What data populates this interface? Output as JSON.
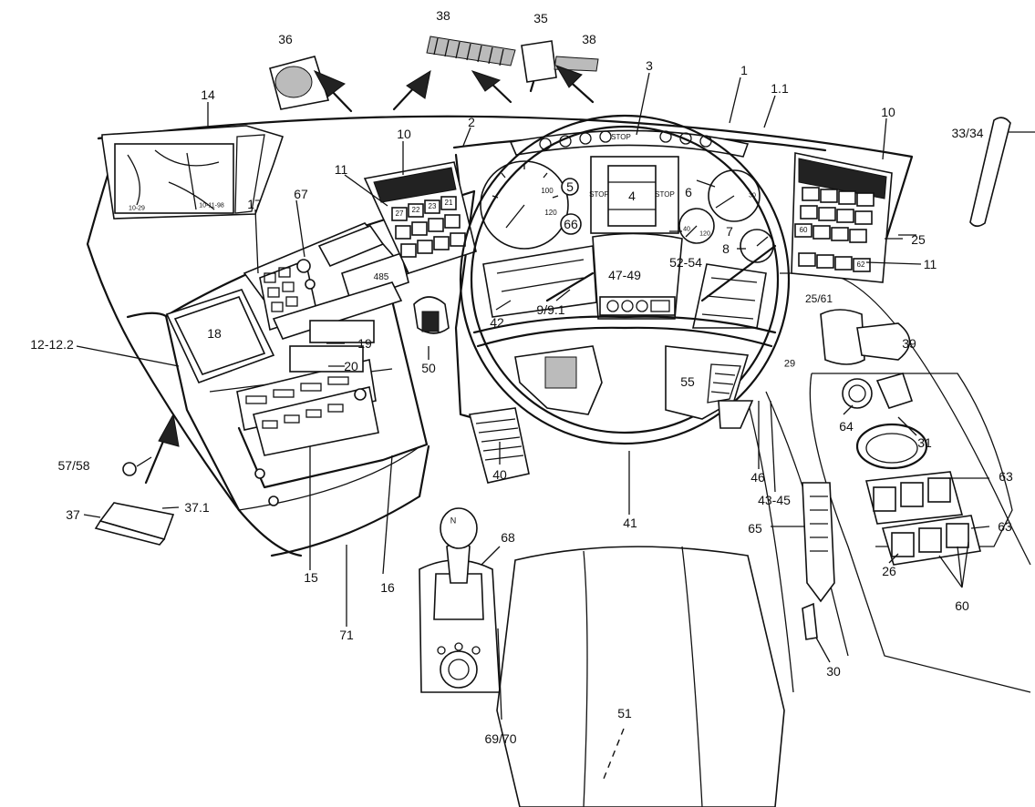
{
  "callouts": {
    "c1": "1",
    "c1_1": "1.1",
    "c2": "2",
    "c3": "3",
    "c4": "4",
    "c5": "5",
    "c6": "6",
    "c7": "7",
    "c8": "8",
    "c9": "9/9.1",
    "c10a": "10",
    "c10b": "10",
    "c11a": "11",
    "c11b": "11",
    "c12": "12-12.2",
    "c14": "14",
    "c15": "15",
    "c16": "16",
    "c17": "17",
    "c18": "18",
    "c19": "19",
    "c20": "20",
    "c25": "25",
    "c25_61": "25/61",
    "c26": "26",
    "c29": "29",
    "c30": "30",
    "c31": "31",
    "c33": "33/34",
    "c35": "35",
    "c36": "36",
    "c37": "37",
    "c37_1": "37.1",
    "c38a": "38",
    "c38b": "38",
    "c39": "39",
    "c40": "40",
    "c41": "41",
    "c42": "42",
    "c43": "43-45",
    "c46": "46",
    "c47": "47-49",
    "c50": "50",
    "c51": "51",
    "c52": "52-54",
    "c55": "55",
    "c57": "57/58",
    "c60": "60",
    "c63a": "63",
    "c63b": "63",
    "c64": "64",
    "c65": "65",
    "c66": "66",
    "c67": "67",
    "c68": "68",
    "c69": "69/70",
    "c71": "71"
  },
  "panel_text": {
    "stop_left": "STOP",
    "stop_right": "STOP",
    "stop_bar": "STOP",
    "display_value": "485",
    "shift_n": "N",
    "speedo_100": "100",
    "speedo_120": "120",
    "tempo_40": "40",
    "tempo_120": "120",
    "tacho_30": "30",
    "map_date_left": "10-29",
    "map_date_right": "10-11-98",
    "sw_21": "21",
    "sw_22": "22",
    "sw_23": "23",
    "sw_27": "27",
    "sw_60": "60",
    "sw_62": "62"
  }
}
